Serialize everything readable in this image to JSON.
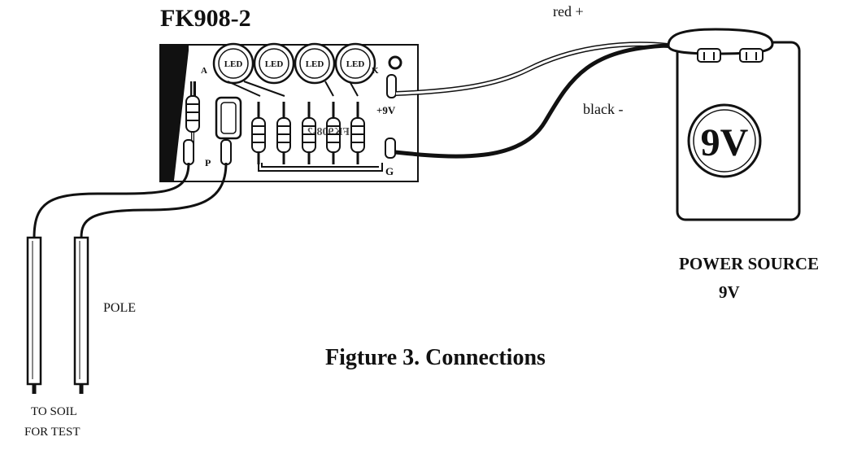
{
  "board": {
    "title": "FK908-2",
    "pin_labels": {
      "a": "A",
      "k": "K",
      "p": "P",
      "plus9v": "+9V",
      "g": "G"
    },
    "led_labels": [
      "LED",
      "LED",
      "LED",
      "LED"
    ],
    "silkscreen": "FK908-2"
  },
  "wires": {
    "red_label": "red +",
    "black_label": "black -"
  },
  "battery": {
    "badge": "9V"
  },
  "power_source": {
    "title": "POWER SOURCE",
    "voltage": "9V"
  },
  "probes": {
    "label": "POLE",
    "soil_line1": "TO SOIL",
    "soil_line2": "FOR TEST"
  },
  "caption": "Figture 3. Connections",
  "colors": {
    "ink": "#111111",
    "paper": "#ffffff",
    "board_border": "#111111"
  }
}
